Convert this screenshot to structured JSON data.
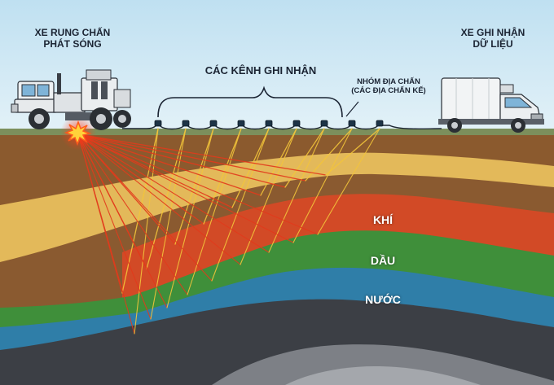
{
  "labels": {
    "vibrator_truck_line1": "XE RUNG CHẤN",
    "vibrator_truck_line2": "PHÁT SÓNG",
    "recorder_truck_line1": "XE GHI NHẬN",
    "recorder_truck_line2": "DỮ LIỆU",
    "channels": "CÁC KÊNH GHI NHẬN",
    "geophone_group_line1": "NHÓM ĐỊA CHẤN",
    "geophone_group_line2": "(CÁC ĐỊA CHẤN KẾ)",
    "gas": "KHÍ",
    "oil": "DẦU",
    "water": "NƯỚC"
  },
  "colors": {
    "sky": "#c9e4f2",
    "topsoil": "#8b5a2e",
    "sand": "#e3b95a",
    "brown_layer": "#8a5a30",
    "gas_layer": "#d24a26",
    "oil_layer": "#3f8f3a",
    "water_layer": "#2f7ea8",
    "dark_rock": "#3c3f45",
    "grey_rock": "#7d8086",
    "wave_down": "#e23a1c",
    "wave_up": "#f3c53a"
  },
  "geophone_count": 9
}
